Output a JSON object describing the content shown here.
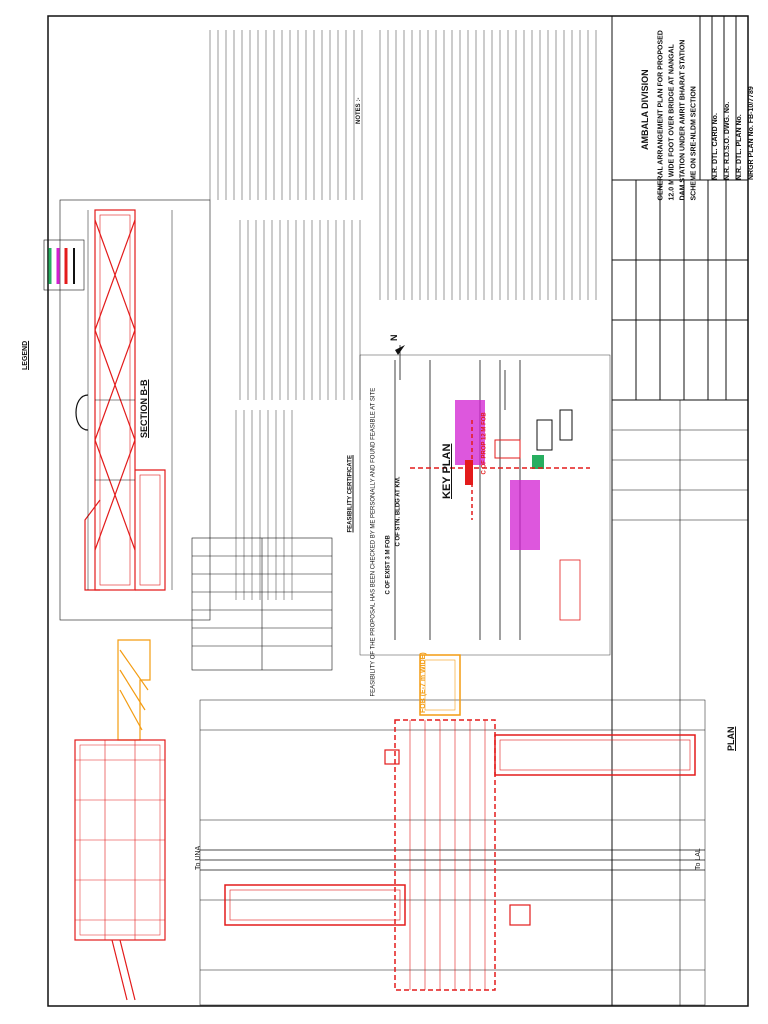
{
  "title_block": {
    "division": "AMBALA DIVISION",
    "heading_lines": [
      "GENERAL ARRANGEMENT PLAN FOR PROPOSED",
      "12.0 M WIDE FOOT OVER BRIDGE AT NANGAL",
      "DAM STATION UNDER AMRIT BHARAT STATION",
      "SCHEME ON SRE-NLDM SECTION"
    ],
    "ref_lines": [
      "N.R. DTL. CARD No.",
      "N.R. R.D.S.O. DWG. No.",
      "N.R. DTL. PLAN No.",
      "NRGR PLAN No. FB-10/7789"
    ]
  },
  "labels": {
    "key_plan": "KEY PLAN",
    "plan": "PLAN",
    "section_bb": "SECTION B-B",
    "legend": "LEGEND",
    "north": "N",
    "to_right": "To LAL",
    "to_left": "To UNA",
    "feasibility": "FEASIBILITY CERTIFICATE",
    "feasibility_text": "FEASIBILITY OF THE PROPOSAL HAS BEEN CHECKED BY ME PERSONALLY AND FOUND FEASIBLE AT SITE",
    "notes": "NOTES :-",
    "fob_sign": "FOB (E-7 m WIDE)",
    "prop_fob": "C OF PROP 12 M FOB",
    "stn_bldg": "C OF STN. BLDG AT KM.",
    "exist_fob": "C OF EXIST 3 M FOB"
  },
  "colors": {
    "proposed": "#e31b1b",
    "existing": "#f39c12",
    "ink": "#111111",
    "magenta": "#d21fd2",
    "green": "#27ae60"
  }
}
